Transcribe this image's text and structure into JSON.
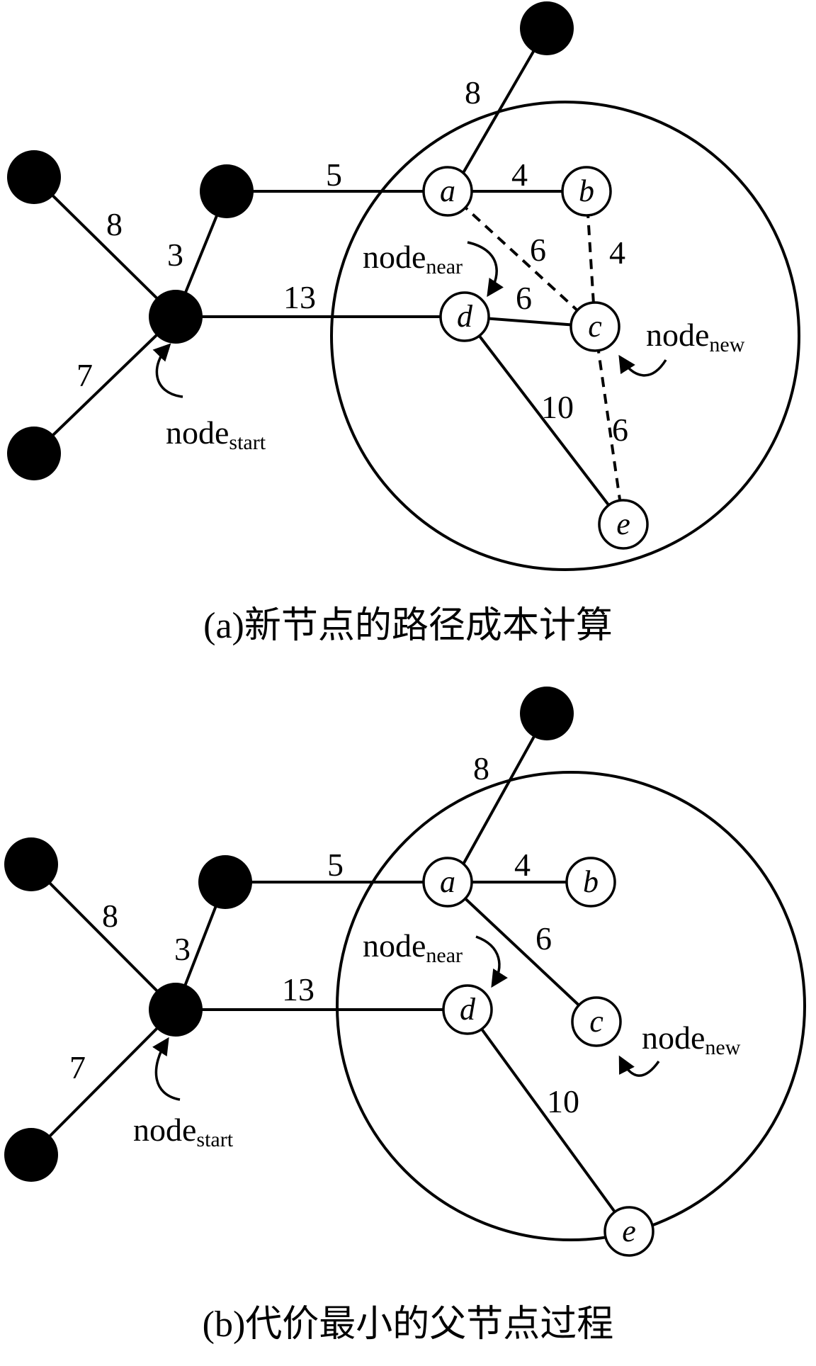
{
  "panels": [
    {
      "id": "a",
      "caption": "(a)新节点的路径成本计算",
      "labels": {
        "start": {
          "main": "node",
          "sub": "start"
        },
        "near": {
          "main": "node",
          "sub": "near"
        },
        "new": {
          "main": "node",
          "sub": "new"
        }
      },
      "nodes": {
        "a": "a",
        "b": "b",
        "c": "c",
        "d": "d",
        "e": "e"
      },
      "weights": {
        "top_a": "8",
        "left_top": "8",
        "left_bottom": "7",
        "start_upper": "3",
        "upper_a": "5",
        "start_d": "13",
        "a_b": "4",
        "b_c": "4",
        "a_c": "6",
        "d_c": "6",
        "d_e": "10",
        "c_e": "6"
      }
    },
    {
      "id": "b",
      "caption": "(b)代价最小的父节点过程",
      "labels": {
        "start": {
          "main": "node",
          "sub": "start"
        },
        "near": {
          "main": "node",
          "sub": "near"
        },
        "new": {
          "main": "node",
          "sub": "new"
        }
      },
      "nodes": {
        "a": "a",
        "b": "b",
        "c": "c",
        "d": "d",
        "e": "e"
      },
      "weights": {
        "top_a": "8",
        "left_top": "8",
        "left_bottom": "7",
        "start_upper": "3",
        "upper_a": "5",
        "start_d": "13",
        "a_b": "4",
        "a_c": "6",
        "d_e": "10"
      }
    }
  ]
}
